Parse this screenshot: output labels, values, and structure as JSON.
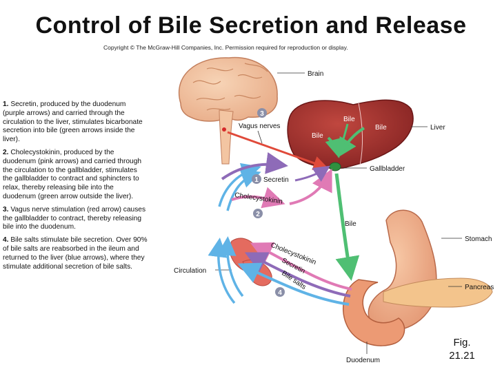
{
  "title": "Control of Bile Secretion and Release",
  "copyright": "Copyright © The McGraw-Hill Companies, Inc. Permission required for reproduction or display.",
  "steps": [
    {
      "num": "1.",
      "text": "Secretin, produced by the duodenum (purple arrows) and carried through the circulation to the liver, stimulates bicarbonate secretion into bile (green arrows inside the liver)."
    },
    {
      "num": "2.",
      "text": "Cholecystokinin, produced by the duodenum (pink arrows) and carried through the circulation to the gallbladder, stimulates the gallbladder to contract and sphincters to relax, thereby releasing bile into the duodenum (green arrow outside the liver)."
    },
    {
      "num": "3.",
      "text": "Vagus nerve stimulation (red arrow) causes the gallbladder to contract, thereby releasing bile into the duodenum."
    },
    {
      "num": "4.",
      "text": "Bile salts stimulate bile secretion. Over 90% of bile salts are reabsorbed in the ileum and returned to the liver (blue arrows), where they stimulate additional secretion of bile salts."
    }
  ],
  "labels": {
    "brain": "Brain",
    "vagus": "Vagus nerves",
    "liver": "Liver",
    "bile1": "Bile",
    "bile2": "Bile",
    "bile3": "Bile",
    "bile4": "Bile",
    "gallbladder": "Gallbladder",
    "secretin_top": "Secretin",
    "cck_top": "Cholecystokinin",
    "circulation": "Circulation",
    "cck_bottom": "Cholecystokinin",
    "secretin_bottom": "Secretin",
    "bile_salts": "Bile salts",
    "stomach": "Stomach",
    "pancreas": "Pancreas",
    "duodenum": "Duodenum"
  },
  "markers": {
    "m1": "1",
    "m2": "2",
    "m3": "3",
    "m4": "4"
  },
  "figure": {
    "line1": "Fig.",
    "line2": "21.21"
  },
  "colors": {
    "secretin_arrow": "#8e6bb8",
    "cck_arrow": "#e07ab5",
    "vagus_arrow": "#e04a3a",
    "bile_arrow": "#4fbf73",
    "blood_return_arrow": "#5fb3e6",
    "liver": "#9b2b2a",
    "marker": "#8a8fa8"
  }
}
